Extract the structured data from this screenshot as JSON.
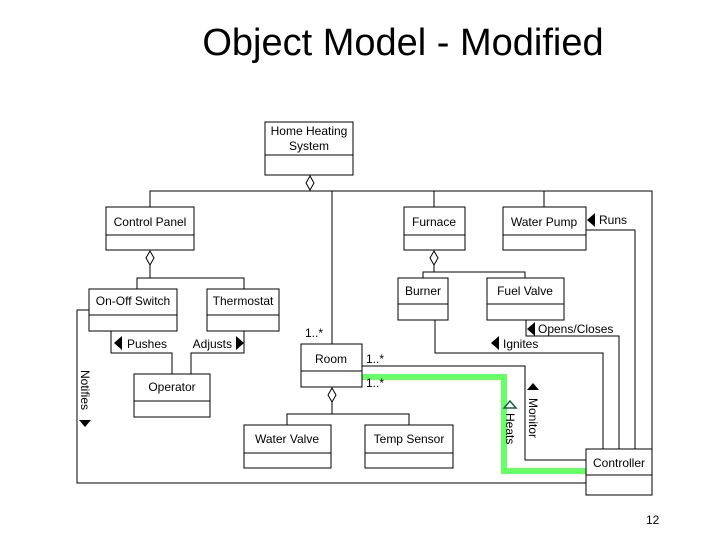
{
  "title": "Object Model - Modified",
  "page_number": "12",
  "classes": {
    "home_heating_1": "Home Heating",
    "home_heating_2": "System",
    "control_panel": "Control Panel",
    "furnace": "Furnace",
    "water_pump": "Water Pump",
    "on_off_switch": "On-Off Switch",
    "thermostat": "Thermostat",
    "burner": "Burner",
    "fuel_valve": "Fuel Valve",
    "operator": "Operator",
    "room": "Room",
    "water_valve": "Water Valve",
    "temp_sensor": "Temp Sensor",
    "controller": "Controller"
  },
  "associations": {
    "runs": "Runs",
    "pushes": "Pushes",
    "adjusts": "Adjusts",
    "notifies": "Notifies",
    "ignites": "Ignites",
    "opens_closes": "Opens/Closes",
    "monitor": "Monitor",
    "heats": "Heats"
  },
  "multiplicities": {
    "room_top": "1..*",
    "room_monitor": "1..*",
    "room_heats": "1..*"
  },
  "colors": {
    "highlight": "#66ff66"
  }
}
